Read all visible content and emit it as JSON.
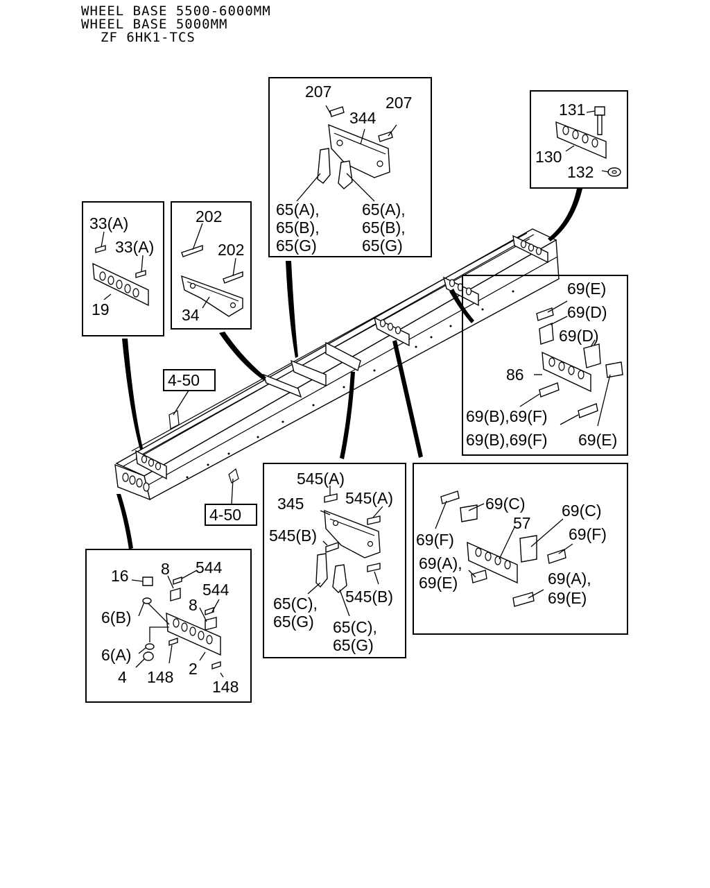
{
  "header": {
    "line1": "WHEEL BASE 5500-6000MM",
    "line2": "WHEEL BASE 5000MM",
    "line3": "ZF 6HK1-TCS"
  },
  "references": {
    "ref_top": "4-50",
    "ref_bottom": "4-50"
  },
  "box_top_center": {
    "l1": "207",
    "l2": "207",
    "l3": "344",
    "l4": "65(A),",
    "l5": "65(B),",
    "l6": "65(G)",
    "l7": "65(A),",
    "l8": "65(B),",
    "l9": "65(G)"
  },
  "box_top_right": {
    "l1": "131",
    "l2": "130",
    "l3": "132"
  },
  "box_left_1": {
    "l1": "33(A)",
    "l2": "33(A)",
    "l3": "19"
  },
  "box_left_2": {
    "l1": "202",
    "l2": "202",
    "l3": "34"
  },
  "box_right_mid": {
    "l1": "69(E)",
    "l2": "69(D)",
    "l3": "69(D)",
    "l4": "86",
    "l5": "69(B),69(F)",
    "l6": "69(B),69(F)",
    "l7": "69(E)"
  },
  "box_center_bottom": {
    "l1": "545(A)",
    "l2": "345",
    "l3": "545(A)",
    "l4": "545(B)",
    "l5": "545(B)",
    "l6": "65(C),",
    "l7": "65(G)",
    "l8": "65(C),",
    "l9": "65(G)"
  },
  "box_right_bottom": {
    "l1": "69(C)",
    "l2": "69(C)",
    "l3": "57",
    "l4": "69(F)",
    "l5": "69(F)",
    "l6": "69(A),",
    "l7": "69(E)",
    "l8": "69(A),",
    "l9": "69(E)"
  },
  "box_left_bottom": {
    "l1": "16",
    "l2": "8",
    "l3": "544",
    "l4": "8",
    "l5": "544",
    "l6": "6(B)",
    "l7": "6(A)",
    "l8": "4",
    "l9": "148",
    "l10": "2",
    "l11": "148"
  }
}
